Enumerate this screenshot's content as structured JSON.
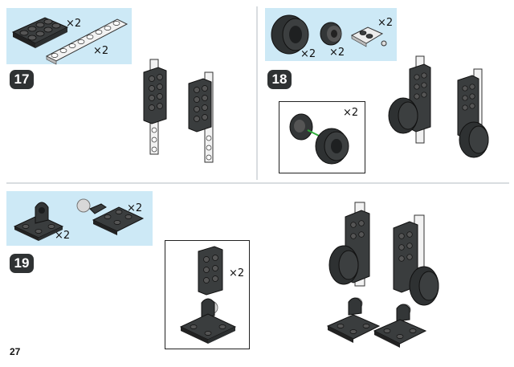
{
  "page_number": "27",
  "steps": [
    {
      "number": "17",
      "parts": [
        {
          "item": "plate-2x4-dark",
          "qty": "×2"
        },
        {
          "item": "plate-1x8-white",
          "qty": "×2"
        }
      ]
    },
    {
      "number": "18",
      "parts": [
        {
          "item": "tire",
          "qty": "×2"
        },
        {
          "item": "wheel-hub",
          "qty": "×2"
        },
        {
          "item": "plate-with-pin-white",
          "qty": "×2"
        }
      ],
      "callout_qty": "×2"
    },
    {
      "number": "19",
      "parts": [
        {
          "item": "hinge-base-dark",
          "qty": "×2"
        },
        {
          "item": "hinge-plate-with-ball",
          "qty": "×2"
        }
      ],
      "callout_qty": "×2"
    }
  ],
  "colors": {
    "parts_box": "#cde9f6",
    "badge": "#2f3233",
    "brick_dark": "#3a3d3e",
    "brick_white": "#f2f2f2",
    "arrow": "#2fae3a"
  }
}
